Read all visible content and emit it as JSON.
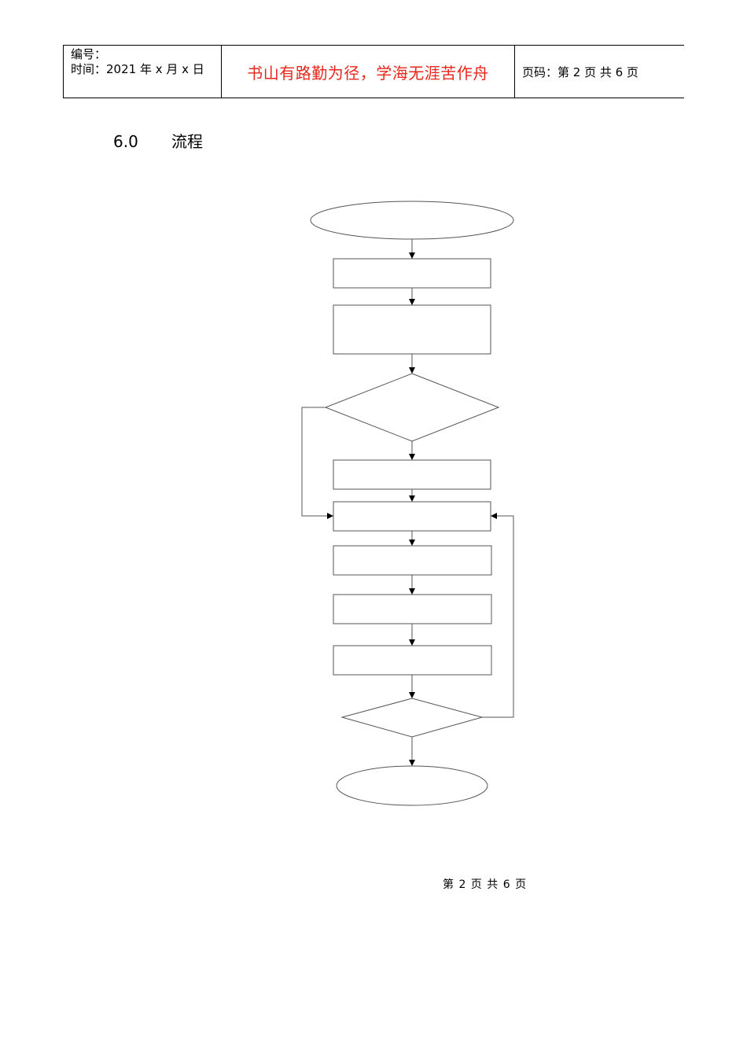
{
  "header": {
    "number_label": "编号：",
    "time_label": "时间：2021 年 x 月 x 日",
    "motto": "书山有路勤为径，学海无涯苦作舟",
    "page_info": "页码：第 2 页  共 6 页"
  },
  "section": {
    "number": "6.0",
    "title": "流程"
  },
  "footer": {
    "page_text": "第 2 页 共 6 页"
  },
  "colors": {
    "motto": "#e8261c",
    "stroke": "#555555"
  }
}
